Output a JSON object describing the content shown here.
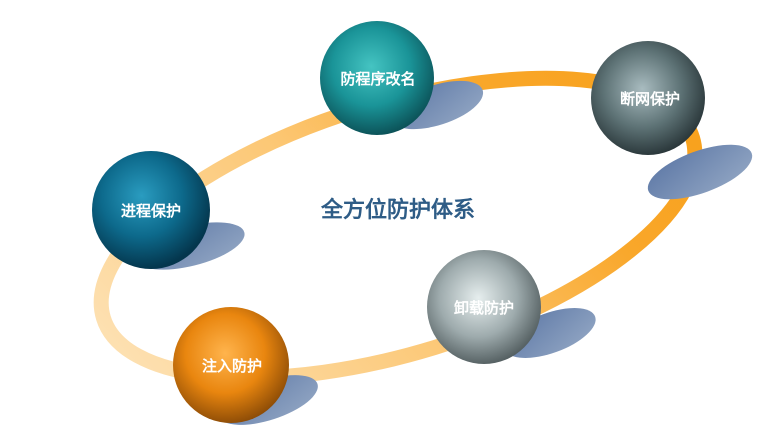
{
  "diagram": {
    "title": "全方位防护体系",
    "nodes": [
      {
        "id": "process",
        "label": "进程保护",
        "color": "teal-blue"
      },
      {
        "id": "rename",
        "label": "防程序改名",
        "color": "teal"
      },
      {
        "id": "network",
        "label": "断网保护",
        "color": "dark-slate"
      },
      {
        "id": "uninstall",
        "label": "卸载防护",
        "color": "silver"
      },
      {
        "id": "inject",
        "label": "注入防护",
        "color": "orange"
      }
    ]
  },
  "colors": {
    "title": "#2e5c86",
    "ring_light": "#fddcaa",
    "ring_dark": "#f9a21c",
    "shadow": "#6f87ad"
  }
}
